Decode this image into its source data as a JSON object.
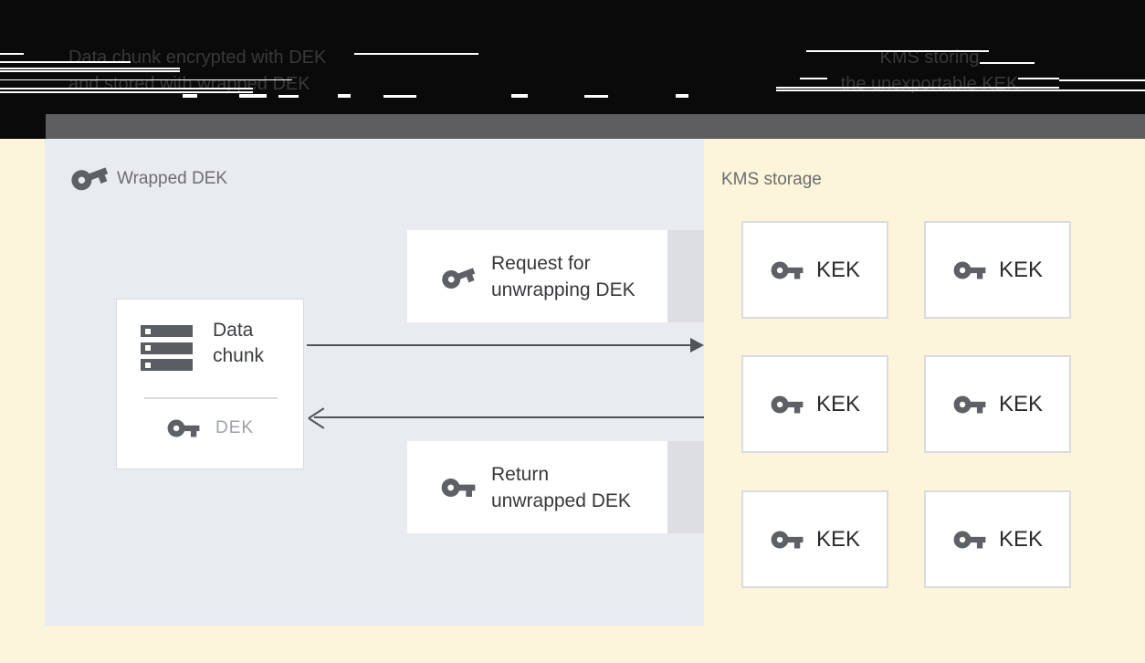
{
  "header": {
    "left_caption_line1": "Data chunk encrypted with DEK",
    "left_caption_line2": "and stored with wrapped DEK",
    "right_caption_line1": "KMS storing",
    "right_caption_line2": "the unexportable KEK"
  },
  "dek_panel": {
    "label": "Wrapped DEK",
    "data_chunk": {
      "line1": "Data",
      "line2": "chunk",
      "key_label": "DEK"
    },
    "request_box": {
      "line1": "Request for",
      "line2": "unwrapping DEK"
    },
    "return_box": {
      "line1": "Return",
      "line2": "unwrapped DEK"
    }
  },
  "kms": {
    "label": "KMS storage",
    "keks": [
      "KEK",
      "KEK",
      "KEK",
      "KEK",
      "KEK",
      "KEK"
    ]
  },
  "colors": {
    "cream_background": "#FCF4DB",
    "panel_gray": "#E8EBEF",
    "header_black": "#0A0A0B",
    "band_gray": "#5E5E60",
    "icon_gray": "#5D6165",
    "arrow_gray": "#515458",
    "dark_text": "#3A3D40",
    "muted_text": "#9CA1A6",
    "label_text": "#6C6E70"
  }
}
